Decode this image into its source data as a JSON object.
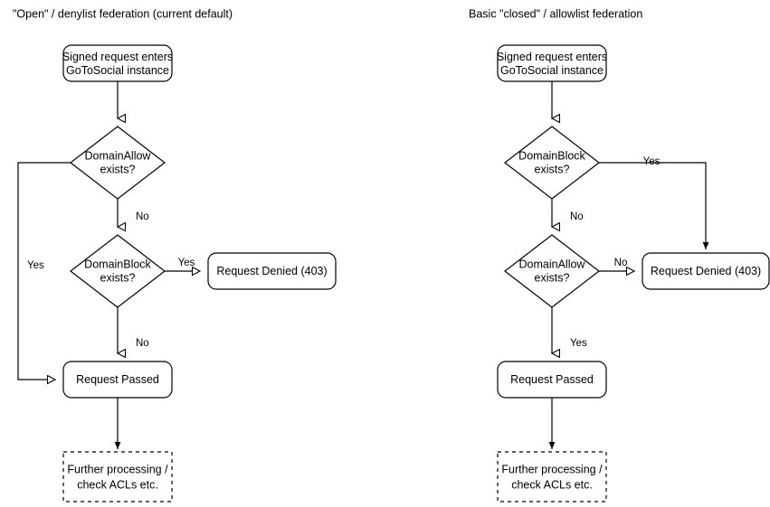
{
  "diagram": {
    "type": "flowchart",
    "title_left": "\"Open\" / denylist federation (current default)",
    "title_right": "Basic \"closed\" / allowlist federation",
    "stroke_color": "#000000",
    "fill_color": "#ffffff",
    "background": "#ffffff"
  },
  "panels": [
    {
      "id": "denylist",
      "title": "\"Open\" / denylist federation (current default)",
      "nodes": {
        "entry_line1": "Signed request enters",
        "entry_line2": "GoToSocial instance",
        "decision_1_line1": "DomainAllow",
        "decision_1_line2": "exists?",
        "decision_2_line1": "DomainBlock",
        "decision_2_line2": "exists?",
        "denied": "Request Denied (403)",
        "passed": "Request Passed",
        "further_line1": "Further processing /",
        "further_line2": "check ACLs etc."
      },
      "edge_labels": {
        "allow_yes": "Yes",
        "allow_no": "No",
        "block_yes": "Yes",
        "block_no": "No"
      }
    },
    {
      "id": "allowlist",
      "title": "Basic \"closed\" / allowlist federation",
      "nodes": {
        "entry_line1": "Signed request enters",
        "entry_line2": "GoToSocial instance",
        "decision_1_line1": "DomainBlock",
        "decision_1_line2": "exists?",
        "decision_2_line1": "DomainAllow",
        "decision_2_line2": "exists?",
        "denied": "Request Denied (403)",
        "passed": "Request Passed",
        "further_line1": "Further processing /",
        "further_line2": "check ACLs etc."
      },
      "edge_labels": {
        "block_yes": "Yes",
        "block_no": "No",
        "allow_no": "No",
        "allow_yes": "Yes"
      }
    }
  ]
}
